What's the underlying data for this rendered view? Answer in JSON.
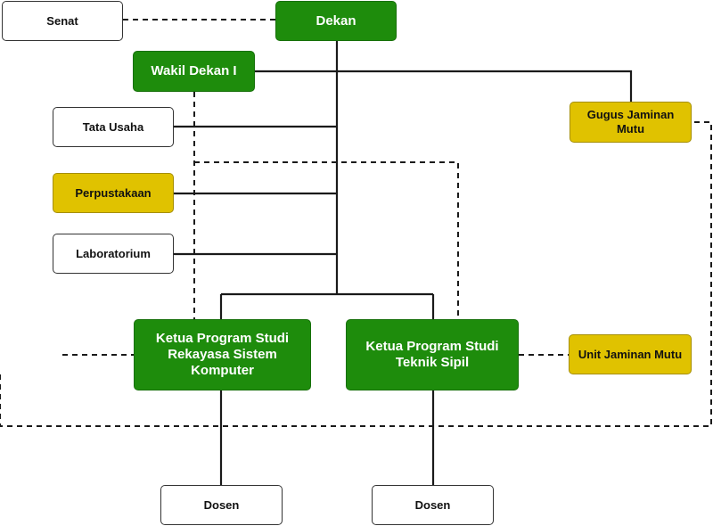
{
  "nodes": {
    "dekan": "Dekan",
    "senat": "Senat",
    "wakil_dekan": "Wakil Dekan I",
    "tata_usaha": "Tata Usaha",
    "perpustakaan": "Perpustakaan",
    "laboratorium": "Laboratorium",
    "gugus_jaminan_mutu": "Gugus Jaminan Mutu",
    "unit_jaminan_mutu": "Unit Jaminan Mutu",
    "kaprodi_rsk": "Ketua Program Studi Rekayasa Sistem Komputer",
    "kaprodi_ts": "Ketua Program Studi Teknik Sipil",
    "dosen_rsk": "Dosen",
    "dosen_ts": "Dosen"
  },
  "colors": {
    "green": "#1e8c0c",
    "yellow": "#e0c200",
    "white": "#ffffff",
    "line": "#1a1a1a"
  }
}
